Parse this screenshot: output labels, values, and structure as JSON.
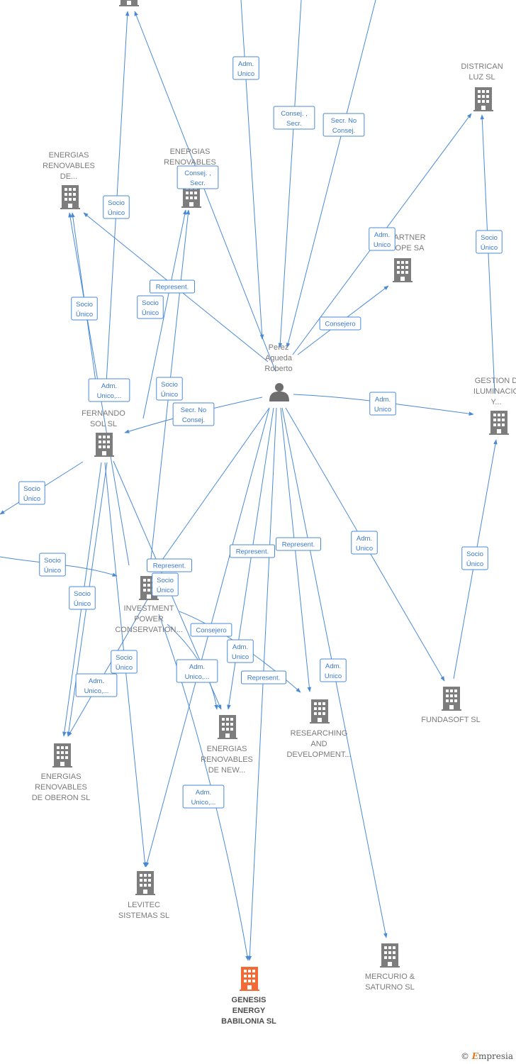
{
  "colors": {
    "edge": "#4a8ad4",
    "company": "#7d7d7d",
    "main_company": "#f26a36",
    "person": "#6e6e6e",
    "label": "#7a7a7a"
  },
  "nodes": [
    {
      "id": "top",
      "type": "company",
      "lines": []
    },
    {
      "id": "districan",
      "type": "company",
      "lines": [
        "DISTRICAN",
        "LUZ SL"
      ]
    },
    {
      "id": "er_de",
      "type": "company",
      "lines": [
        "ENERGIAS",
        "RENOVABLES",
        "DE..."
      ]
    },
    {
      "id": "er_mid",
      "type": "company",
      "lines": [
        "ENERGIAS",
        "RENOVABLES"
      ]
    },
    {
      "id": "partner",
      "type": "company",
      "lines": [
        "ARTNER",
        "OPE SA"
      ]
    },
    {
      "id": "person",
      "type": "person",
      "lines": [
        "Perez",
        "Agueda",
        "Roberto"
      ]
    },
    {
      "id": "gestion",
      "type": "company",
      "lines": [
        "GESTION D",
        "ILUMINACIO",
        "Y..."
      ]
    },
    {
      "id": "fernando",
      "type": "company",
      "lines": [
        "FERNANDO",
        "SOL SL"
      ]
    },
    {
      "id": "investment",
      "type": "company",
      "lines": [
        "INVESTMENT",
        "POWER",
        "CONSERVATION..."
      ]
    },
    {
      "id": "fundasoft",
      "type": "company",
      "lines": [
        "FUNDASOFT SL"
      ]
    },
    {
      "id": "researching",
      "type": "company",
      "lines": [
        "RESEARCHING",
        "AND",
        "DEVELOPMENT..."
      ]
    },
    {
      "id": "er_new",
      "type": "company",
      "lines": [
        "ENERGIAS",
        "RENOVABLES",
        "DE NEW..."
      ]
    },
    {
      "id": "er_oberon",
      "type": "company",
      "lines": [
        "ENERGIAS",
        "RENOVABLES",
        "DE OBERON  SL"
      ]
    },
    {
      "id": "levitec",
      "type": "company",
      "lines": [
        "LEVITEC",
        "SISTEMAS  SL"
      ]
    },
    {
      "id": "mercurio",
      "type": "company",
      "lines": [
        "MERCURIO &",
        "SATURNO  SL"
      ]
    },
    {
      "id": "genesis",
      "type": "main",
      "lines": [
        "GENESIS",
        "ENERGY",
        "BABILONIA  SL"
      ]
    }
  ],
  "edge_labels": [
    {
      "id": "l1",
      "lines": [
        "Adm.",
        "Unico"
      ]
    },
    {
      "id": "l2",
      "lines": [
        "Consej. ,",
        "Secr."
      ]
    },
    {
      "id": "l3",
      "lines": [
        "Secr.  No",
        "Consej."
      ]
    },
    {
      "id": "l4",
      "lines": [
        "Socio",
        "Único"
      ]
    },
    {
      "id": "l5",
      "lines": [
        "Consej. ,",
        "Secr."
      ]
    },
    {
      "id": "l6",
      "lines": [
        "Adm.",
        "Unico"
      ]
    },
    {
      "id": "l7",
      "lines": [
        "Socio",
        "Único"
      ]
    },
    {
      "id": "l8",
      "lines": [
        "Represent."
      ]
    },
    {
      "id": "l9",
      "lines": [
        "Socio",
        "Único"
      ]
    },
    {
      "id": "l10",
      "lines": [
        "Socio",
        "Único"
      ]
    },
    {
      "id": "l11",
      "lines": [
        "Consejero"
      ]
    },
    {
      "id": "l12",
      "lines": [
        "Adm.",
        "Unico,..."
      ]
    },
    {
      "id": "l13",
      "lines": [
        "Socio",
        "Único"
      ]
    },
    {
      "id": "l14",
      "lines": [
        "Secr.  No",
        "Consej."
      ]
    },
    {
      "id": "l15",
      "lines": [
        "Adm.",
        "Unico"
      ]
    },
    {
      "id": "l16",
      "lines": [
        "Socio",
        "Único"
      ]
    },
    {
      "id": "l17",
      "lines": [
        "Socio",
        "Único"
      ]
    },
    {
      "id": "l18",
      "lines": [
        "Represent."
      ]
    },
    {
      "id": "l19",
      "lines": [
        "Represent."
      ]
    },
    {
      "id": "l20",
      "lines": [
        "Adm.",
        "Unico"
      ]
    },
    {
      "id": "l21",
      "lines": [
        "Represent."
      ]
    },
    {
      "id": "l22",
      "lines": [
        "Socio",
        "Único"
      ]
    },
    {
      "id": "l23",
      "lines": [
        "Socio",
        "Único"
      ]
    },
    {
      "id": "l24",
      "lines": [
        "Socio",
        "Único"
      ]
    },
    {
      "id": "l25",
      "lines": [
        "Consejero"
      ]
    },
    {
      "id": "l26",
      "lines": [
        "Adm.",
        "Unico"
      ]
    },
    {
      "id": "l27",
      "lines": [
        "Socio",
        "Único"
      ]
    },
    {
      "id": "l28",
      "lines": [
        "Adm.",
        "Unico,..."
      ]
    },
    {
      "id": "l29",
      "lines": [
        "Adm.",
        "Unico,..."
      ]
    },
    {
      "id": "l30",
      "lines": [
        "Represent."
      ]
    },
    {
      "id": "l31",
      "lines": [
        "Adm.",
        "Unico"
      ]
    },
    {
      "id": "l32",
      "lines": [
        "Adm.",
        "Unico,..."
      ]
    }
  ],
  "brand": {
    "copyright": "©",
    "name_first": "E",
    "name_rest": "mpresia"
  }
}
